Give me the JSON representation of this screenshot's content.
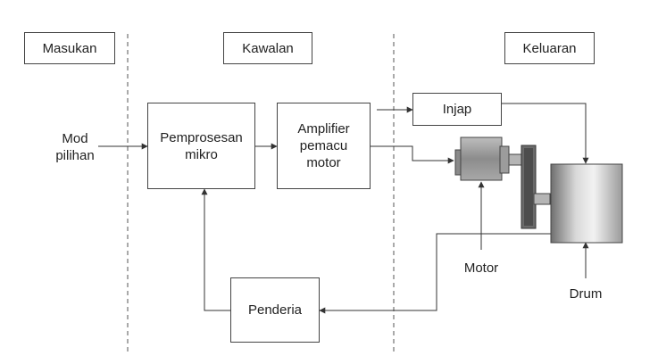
{
  "sections": {
    "input": "Masukan",
    "control": "Kawalan",
    "output": "Keluaran"
  },
  "input_label": "Mod\npilihan",
  "blocks": {
    "microprocessor": "Pemprosesan\nmikro",
    "amplifier": "Amplifier\npemacu\nmotor",
    "valve": "Injap",
    "sensor": "Penderia"
  },
  "components": {
    "motor": "Motor",
    "drum": "Drum"
  },
  "colors": {
    "line": "#333333",
    "motor_body": "#9a9a9a",
    "drum_light": "#eeeeee",
    "drum_dark": "#7a7a7a",
    "pulley": "#555555"
  }
}
